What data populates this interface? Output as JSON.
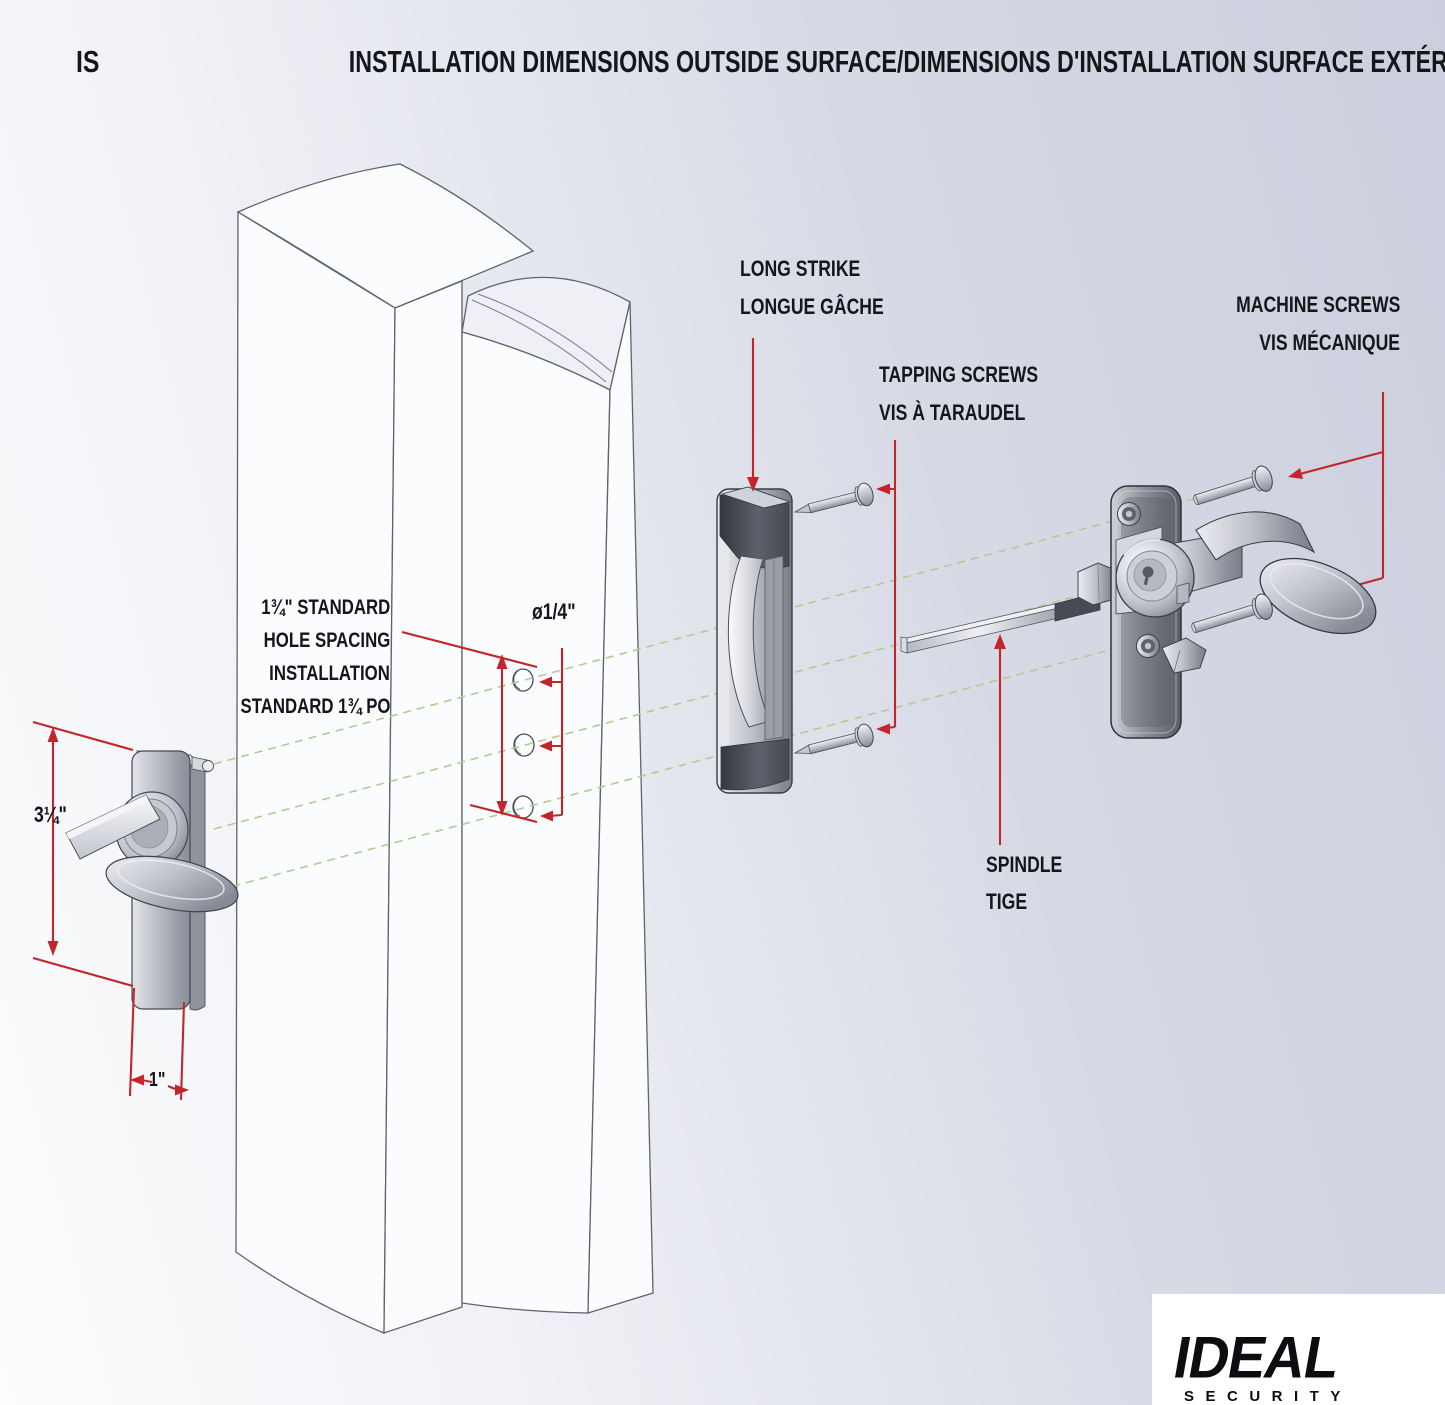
{
  "header": {
    "code": "IS",
    "title": "INSTALLATION DIMENSIONS OUTSIDE SURFACE/DIMENSIONS D'INSTALLATION SURFACE EXTÉRIEURE"
  },
  "labels": {
    "long_strike": {
      "en": "LONG STRIKE",
      "fr": "LONGUE GÂCHE"
    },
    "tapping_screws": {
      "en": "TAPPING SCREWS",
      "fr": "VIS À TARAUDEL"
    },
    "machine_screws": {
      "en": "MACHINE SCREWS",
      "fr": "VIS MÉCANIQUE"
    },
    "spindle": {
      "en": "SPINDLE",
      "fr": "TIGE"
    }
  },
  "dimensions": {
    "hole_spacing": {
      "line1": "1¾\" STANDARD",
      "line2": "HOLE SPACING",
      "line3": "INSTALLATION",
      "line4": "STANDARD 1¾ PO"
    },
    "hole_diameter": "ø1/4\"",
    "handle_height": "3¼\"",
    "handle_width": "1\""
  },
  "logo": {
    "name": "IDEAL",
    "tagline": "SECURITY"
  },
  "colors": {
    "dimension_red": "#c4242b",
    "alignment_green": "#b7c993",
    "outline_gray": "#4b4f58",
    "background_top_right": "#ccd0de",
    "background_bottom_left": "#fdfdfe"
  }
}
